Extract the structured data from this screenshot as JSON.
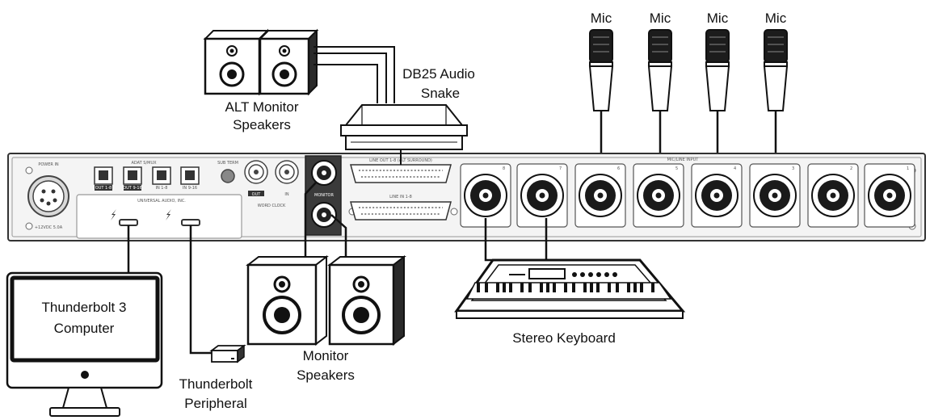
{
  "labels": {
    "mic_1": "Mic",
    "mic_2": "Mic",
    "mic_3": "Mic",
    "mic_4": "Mic",
    "db25_line1": "DB25 Audio",
    "db25_line2": "Snake",
    "alt_monitor_line1": "ALT Monitor",
    "alt_monitor_line2": "Speakers",
    "computer_line1": "Thunderbolt 3",
    "computer_line2": "Computer",
    "peripheral_line1": "Thunderbolt",
    "peripheral_line2": "Peripheral",
    "monitor_line1": "Monitor",
    "monitor_line2": "Speakers",
    "keyboard": "Stereo Keyboard"
  },
  "panel_text": {
    "power": "POWER IN",
    "power_sub": "+12VDC 5.0A",
    "adat": "ADAT S/MUX",
    "adat_ports": [
      "OUT 1-8",
      "OUT 9-16",
      "IN 1-8",
      "IN 9-16"
    ],
    "sub": "SUB TERM",
    "word_clock": "WORD CLOCK",
    "wc_out": "OUT",
    "wc_in": "IN",
    "monitor": "MONITOR",
    "line_out": "LINE OUT 1-8 (ALT SURROUND)",
    "line_in": "LINE IN 1-8",
    "mic_line_input": "MIC/LINE INPUT",
    "brand": "UNIVERSAL AUDIO, INC.",
    "input_numbers": [
      "8",
      "7",
      "6",
      "5",
      "4",
      "3",
      "2",
      "1"
    ]
  }
}
